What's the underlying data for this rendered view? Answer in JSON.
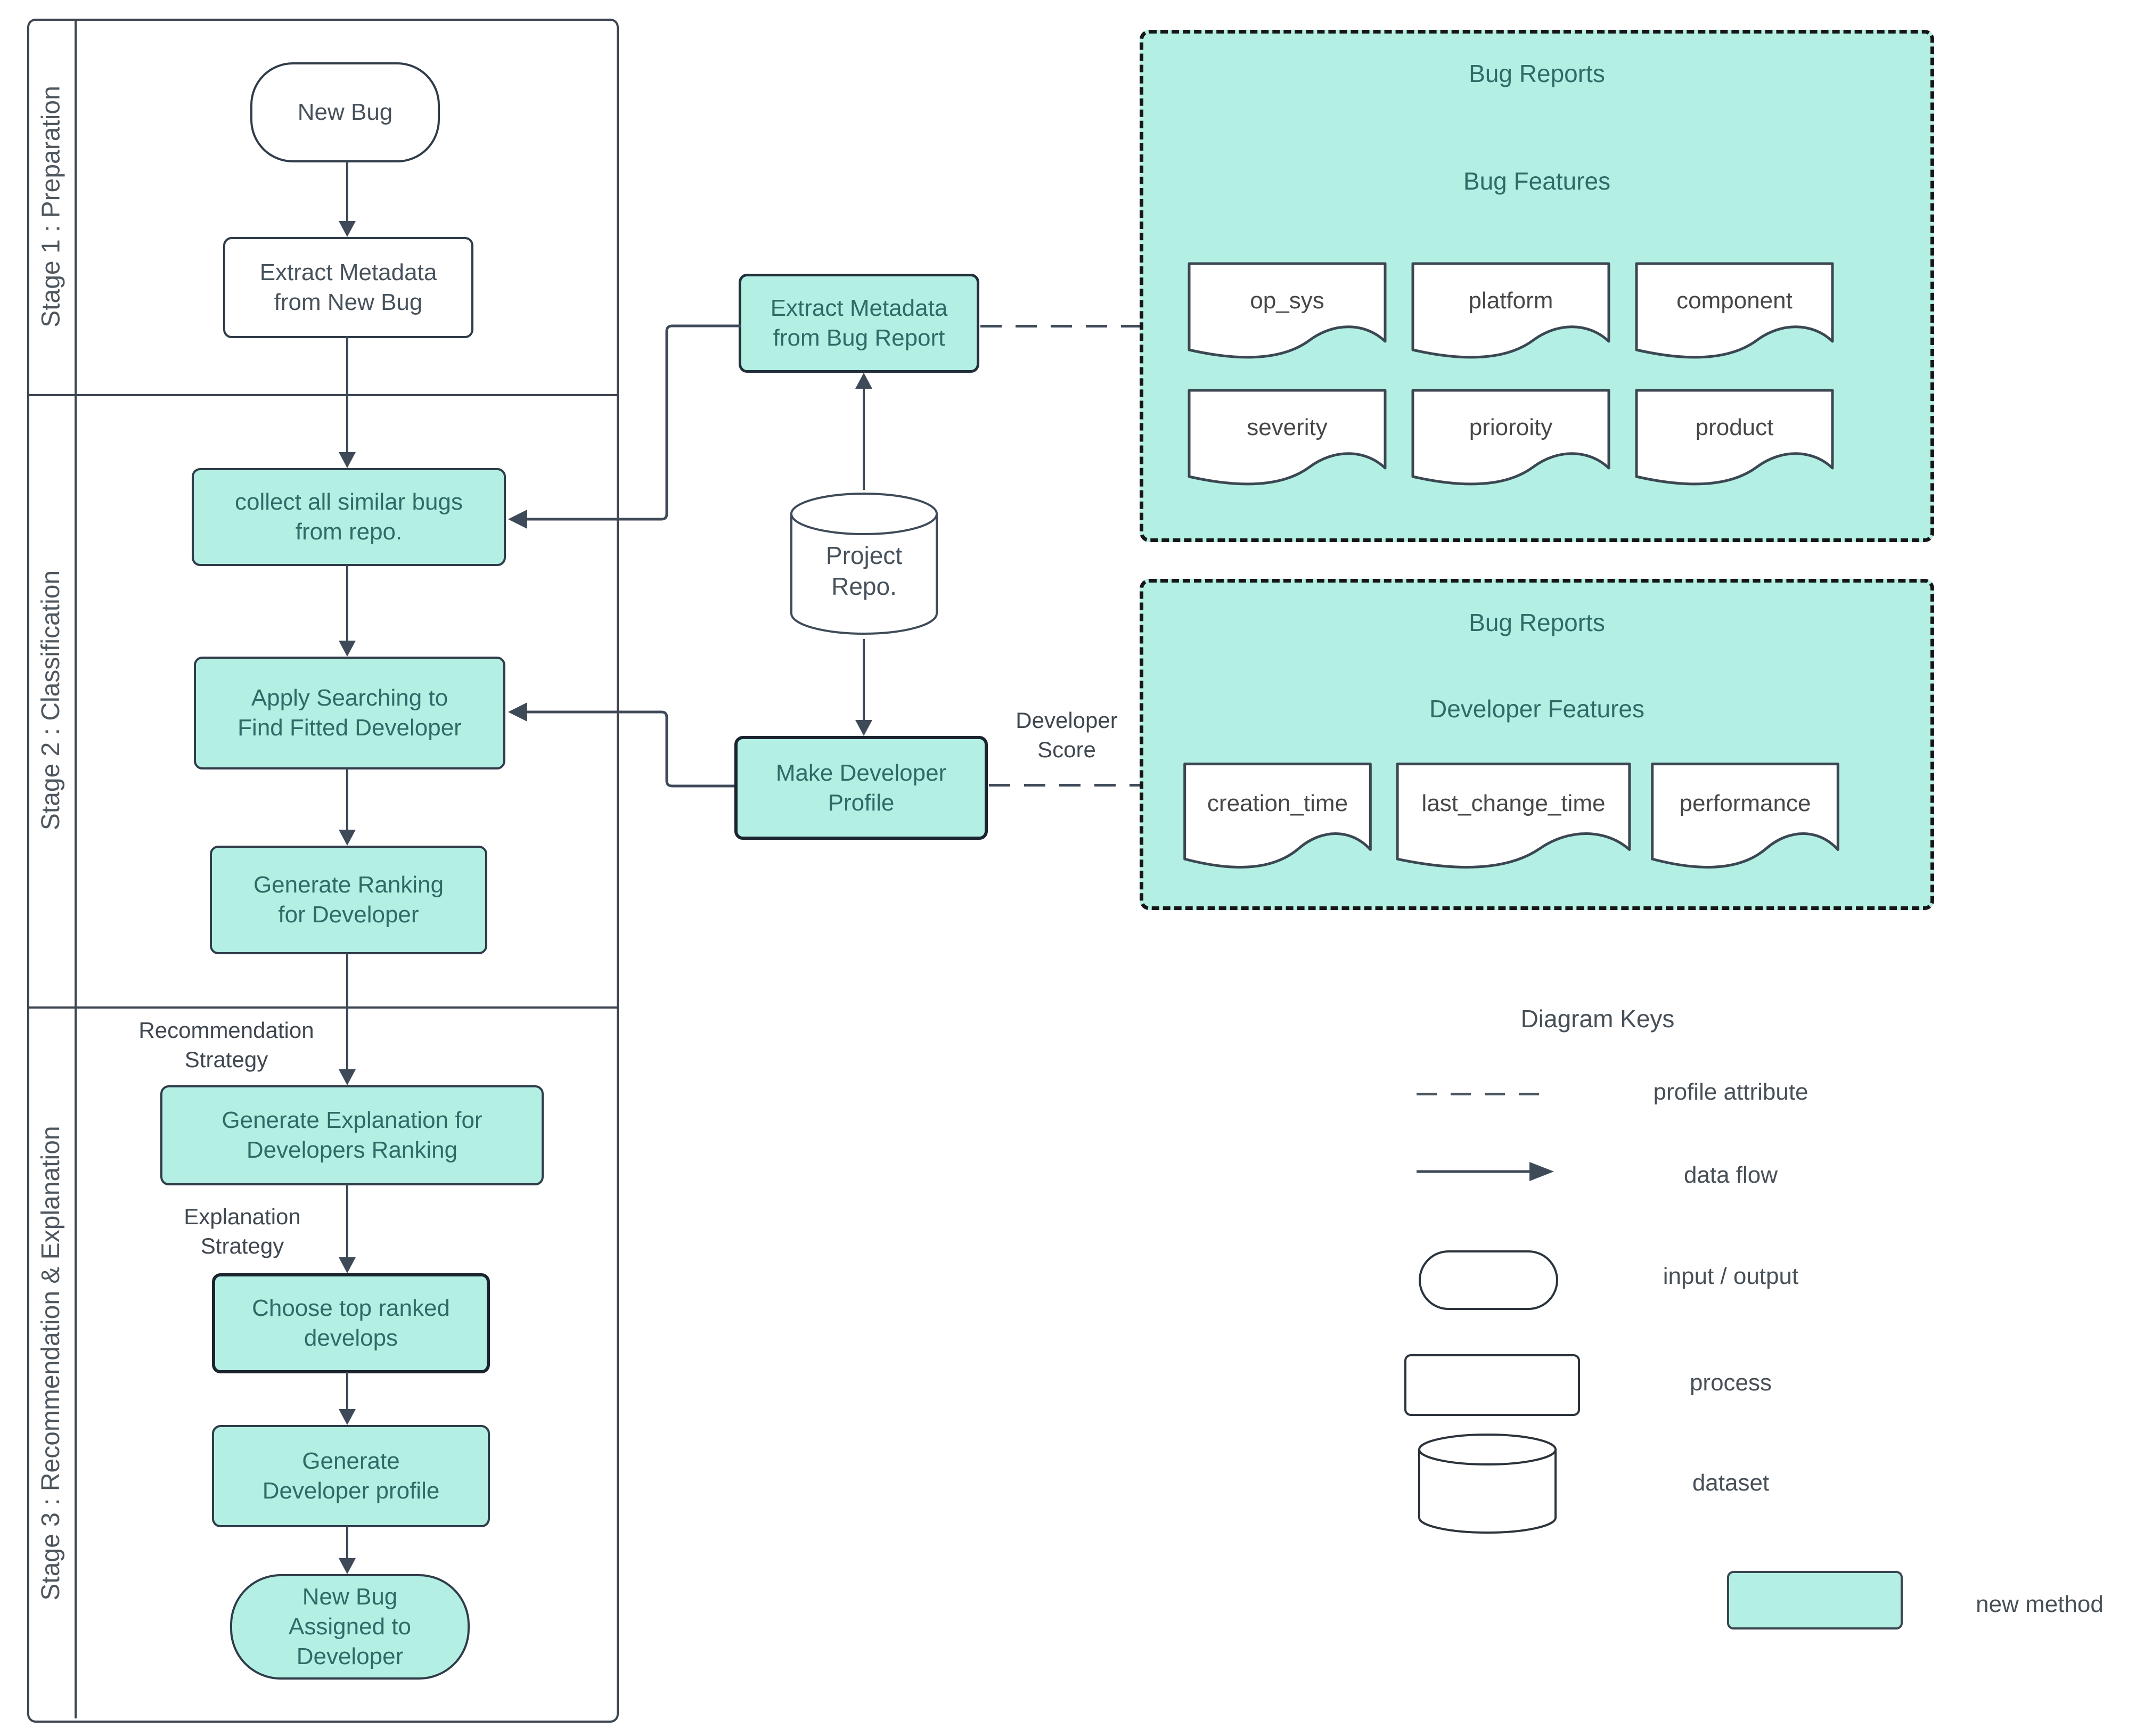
{
  "colors": {
    "mint": "#b4efe4",
    "node_border": "#303c49",
    "dark_border": "#1b232e",
    "connector": "#3f4a59",
    "teal_text": "#2f6b66",
    "gray_text": "#47525c",
    "doc_text": "#474747",
    "label_text": "#3f4750",
    "legend_text": "#474f57"
  },
  "flowchart": {
    "stage_labels": [
      "Stage 1 : Preparation",
      "Stage 2 : Classification",
      "Stage 3 : Recommendation & Explanation"
    ],
    "nodes": {
      "new_bug": {
        "label": "New Bug",
        "shape": "stadium",
        "style": "plain"
      },
      "extract_metadata_new_bug": {
        "label": "Extract Metadata from New Bug",
        "shape": "rectangle",
        "style": "plain"
      },
      "collect_similar_bugs": {
        "label": "collect all similar bugs from repo.",
        "shape": "rectangle",
        "style": "new-method"
      },
      "apply_searching": {
        "label": "Apply Searching to Find Fitted Developer",
        "shape": "rectangle",
        "style": "new-method"
      },
      "generate_ranking": {
        "label": "Generate Ranking for Developer",
        "shape": "rectangle",
        "style": "new-method"
      },
      "generate_explanation": {
        "label": "Generate Explanation for Developers Ranking",
        "shape": "rectangle",
        "style": "new-method"
      },
      "choose_top_ranked": {
        "label": "Choose top ranked develops",
        "shape": "rectangle",
        "style": "new-method"
      },
      "generate_developer_profile": {
        "label": "Generate Developer profile",
        "shape": "rectangle",
        "style": "new-method"
      },
      "new_bug_assigned": {
        "label": "New Bug Assigned to Developer",
        "shape": "stadium",
        "style": "new-method"
      },
      "extract_metadata_bug_report": {
        "label": "Extract Metadata from Bug Report",
        "shape": "rectangle",
        "style": "new-method"
      },
      "project_repo": {
        "label": "Project Repo.",
        "shape": "cylinder",
        "style": "plain"
      },
      "make_developer_profile": {
        "label": "Make Developer Profile",
        "shape": "rectangle",
        "style": "new-method"
      }
    },
    "edge_labels": {
      "recommendation_strategy": "Recommendation Strategy",
      "explanation_strategy": "Explanation Strategy",
      "developer_score": "Developer Score"
    }
  },
  "panels": [
    {
      "title": "Bug Reports",
      "subtitle": "Bug Features",
      "documents": [
        "op_sys",
        "platform",
        "component",
        "severity",
        "prioroity",
        "product"
      ]
    },
    {
      "title": "Bug Reports",
      "subtitle": "Developer Features",
      "documents": [
        "creation_time",
        "last_change_time",
        "performance"
      ]
    }
  ],
  "legend": {
    "title": "Diagram Keys",
    "items": [
      {
        "symbol": "dashed-line",
        "label": "profile attribute"
      },
      {
        "symbol": "arrow",
        "label": "data flow"
      },
      {
        "symbol": "stadium",
        "label": "input / output"
      },
      {
        "symbol": "rectangle",
        "label": "process"
      },
      {
        "symbol": "cylinder",
        "label": "dataset"
      },
      {
        "symbol": "filled-rectangle",
        "label": "new method"
      }
    ]
  }
}
